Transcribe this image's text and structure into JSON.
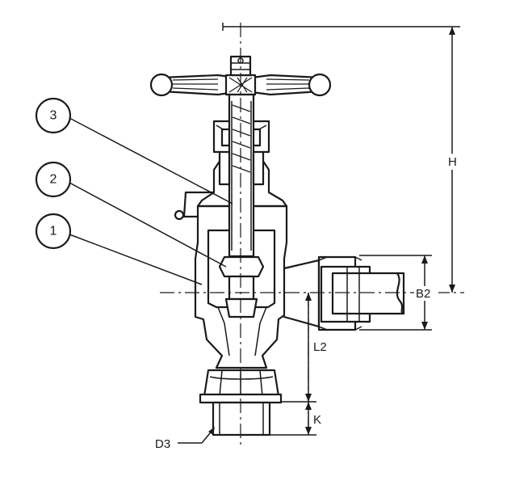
{
  "callouts": [
    {
      "label": "3"
    },
    {
      "label": "2"
    },
    {
      "label": "1"
    }
  ],
  "dimensions": {
    "height": "H",
    "b2": "B2",
    "l2": "L2",
    "k": "K",
    "d3": "D3"
  }
}
